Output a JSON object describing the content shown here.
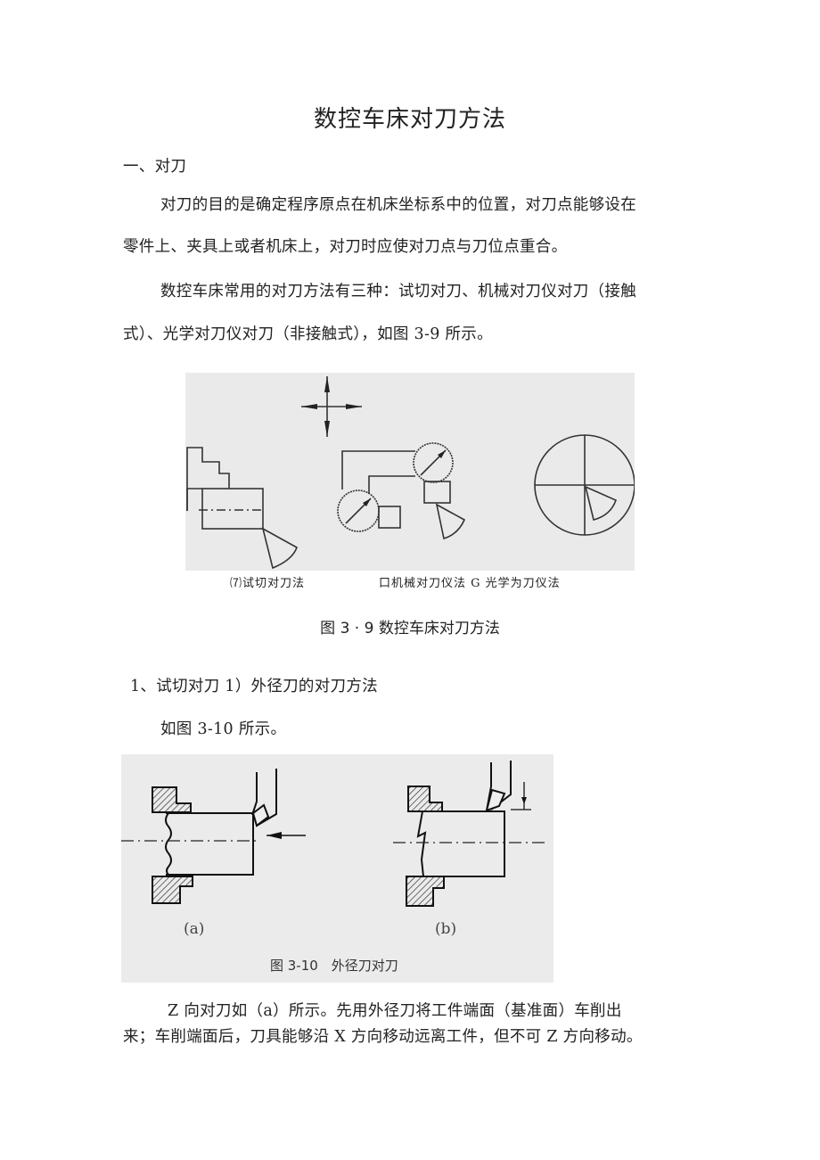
{
  "document": {
    "title": "数控车床对刀方法",
    "section1": {
      "heading": "一、对刀",
      "paragraphs": [
        {
          "line1": "对刀的目的是确定程序原点在机床坐标系中的位置，对刀点能够设在",
          "line2": "零件上、夹具上或者机床上，对刀时应使对刀点与刀位点重合。"
        },
        {
          "line1": "数控车床常用的对刀方法有三种：试切对刀、机械对刀仪对刀（接触",
          "line2": "式）、光学对刀仪对刀（非接触式），如图 3-9 所示。"
        }
      ]
    },
    "figure_3_9": {
      "sub_caption_a": "⑺试切对刀法",
      "sub_caption_b": "口机械对刀仪法 G 光学为刀仪法",
      "caption": "图 3 · 9 数控车床对刀方法"
    },
    "subsection1": {
      "heading": "1、试切对刀 1）外径刀的对刀方法",
      "intro": "如图 3-10 所示。"
    },
    "figure_3_10": {
      "label_a": "(a)",
      "label_b": "(b)",
      "caption": "图 3-10　外径刀对刀"
    },
    "closing_paragraph": {
      "line1": "Z 向对刀如（a）所示。先用外径刀将工件端面（基准面）车削出",
      "line2": "来；车削端面后，刀具能够沿 X 方向移动远离工件，但不可 Z 方向移动。"
    }
  }
}
